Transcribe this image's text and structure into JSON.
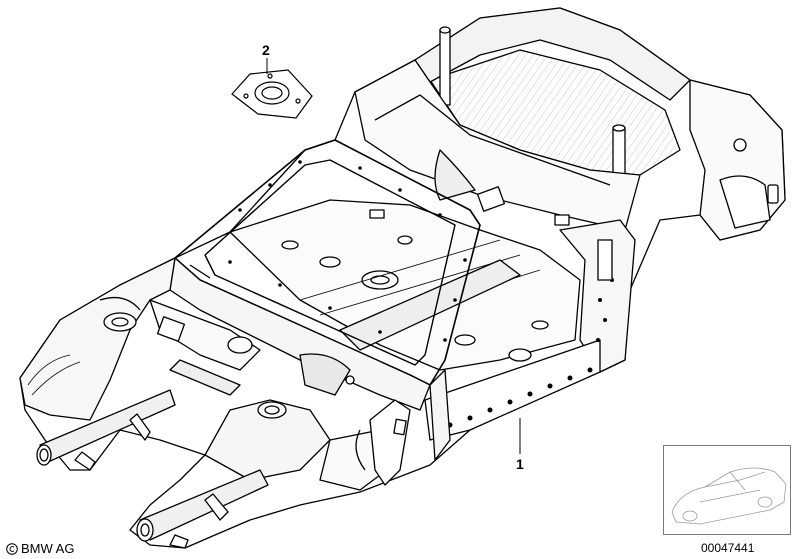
{
  "callouts": {
    "part_1": "1",
    "part_2": "2"
  },
  "footer": {
    "brand": "BMW AG",
    "reference_number": "00047441"
  },
  "icons": {
    "copyright": "copyright-icon",
    "overview": "car-overview-icon"
  },
  "colors": {
    "line": "#000000",
    "shade": "#f0f0f0",
    "hatch": "#cfcfcf",
    "thumb_border": "#7a7a7a"
  }
}
